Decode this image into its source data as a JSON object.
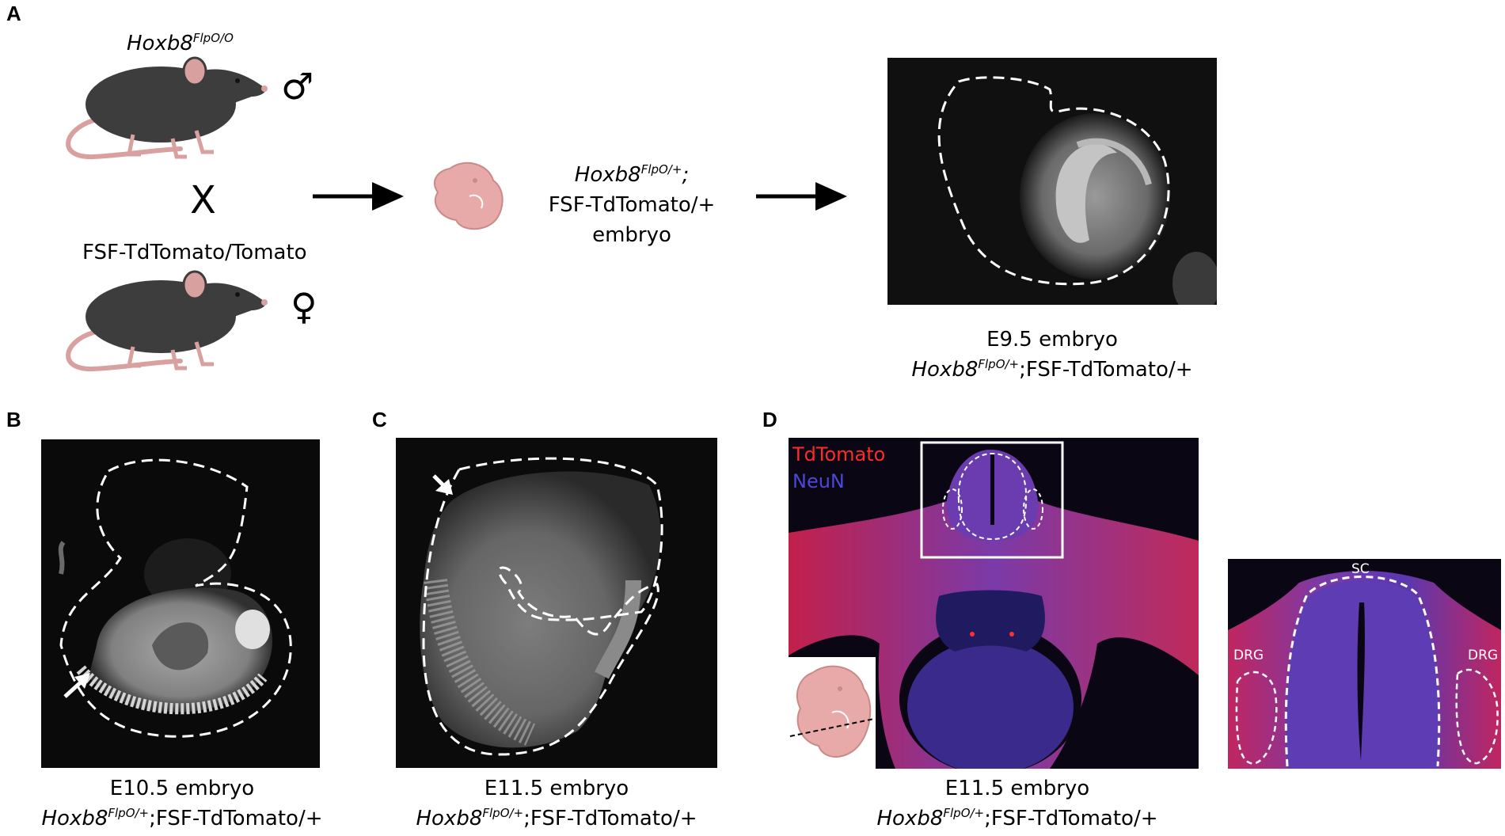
{
  "panels": {
    "a": {
      "letter": "A",
      "male_genotype_base": "Hoxb8",
      "male_genotype_sup": "FlpO/O",
      "male_symbol": "♂",
      "cross_symbol": "X",
      "female_genotype": "FSF-TdTomato/Tomato",
      "female_symbol": "♀",
      "offspring_base": "Hoxb8",
      "offspring_sup": "FlpO/+",
      "offspring_suffix": ";",
      "offspring_line2": "FSF-TdTomato/+",
      "offspring_line3": "embryo",
      "caption_line1": "E9.5 embryo",
      "caption_base": "Hoxb8",
      "caption_sup": "FlpO/+",
      "caption_rest": ";FSF-TdTomato/+"
    },
    "b": {
      "letter": "B",
      "caption_line1": "E10.5 embryo",
      "caption_base": "Hoxb8",
      "caption_sup": "FlpO/+",
      "caption_rest": ";FSF-TdTomato/+"
    },
    "c": {
      "letter": "C",
      "caption_line1": "E11.5 embryo",
      "caption_base": "Hoxb8",
      "caption_sup": "FlpO/+",
      "caption_rest": ";FSF-TdTomato/+"
    },
    "d": {
      "letter": "D",
      "legend_red": "TdTomato",
      "legend_blue": "NeuN",
      "inset_label_sc": "SC",
      "inset_label_drg_left": "DRG",
      "inset_label_drg_right": "DRG",
      "caption_line1": "E11.5 embryo",
      "caption_base": "Hoxb8",
      "caption_sup": "FlpO/+",
      "caption_rest": ";FSF-TdTomato/+"
    }
  },
  "colors": {
    "mouse_body": "#3d3d3d",
    "mouse_pink": "#d9a0a0",
    "embryo_pink": "#e8aaa8",
    "tdtomato_red": "#ff2a2a",
    "neun_blue": "#4b48d8"
  }
}
